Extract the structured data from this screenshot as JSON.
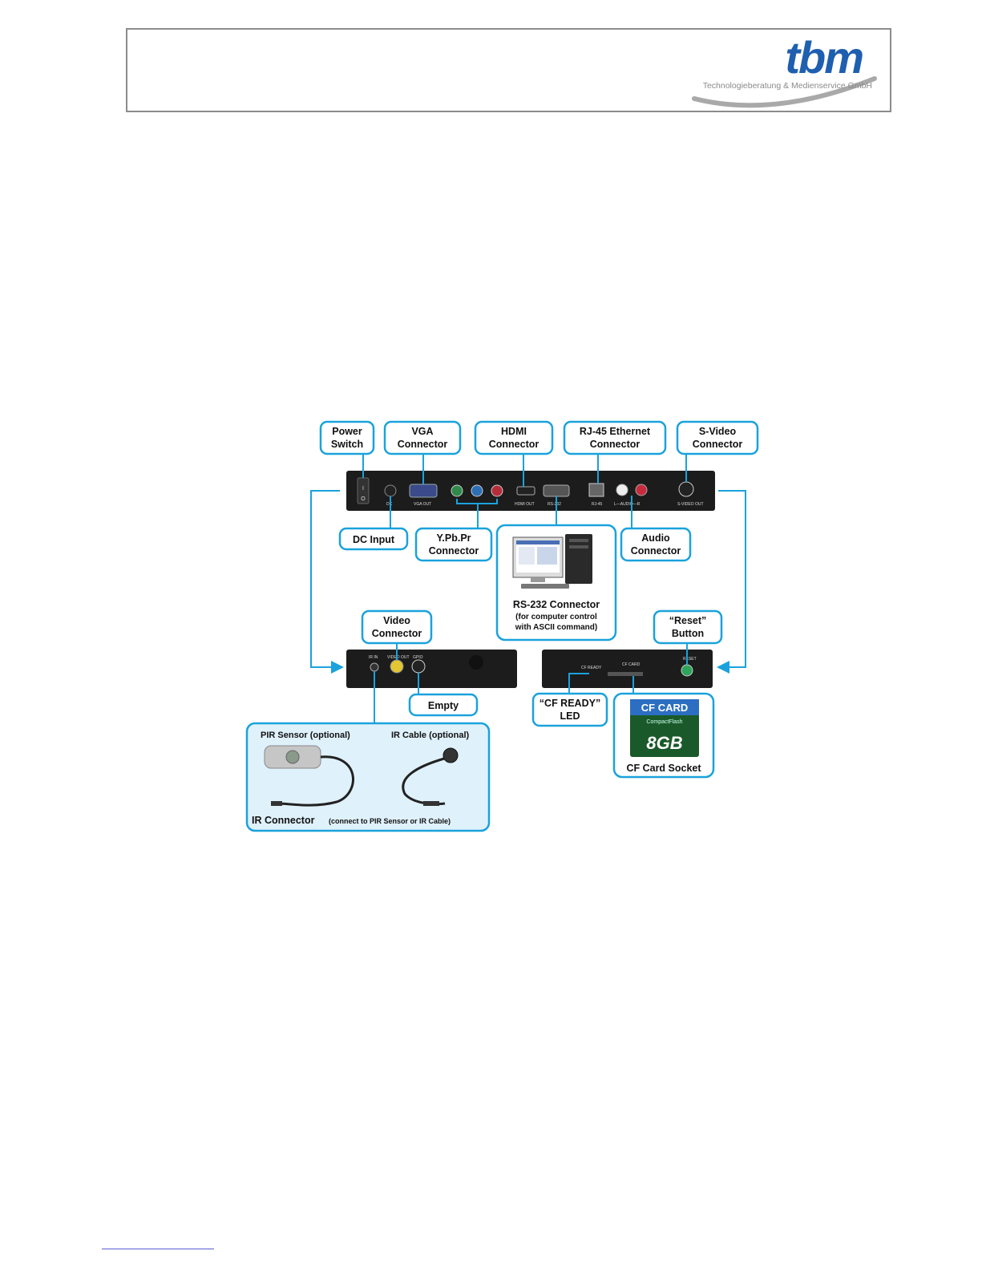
{
  "header": {
    "logo_word": "tbm",
    "logo_tagline": "Technologieberatung & Medienservice GmbH"
  },
  "callouts": {
    "power_switch": [
      "Power",
      "Switch"
    ],
    "vga": [
      "VGA",
      "Connector"
    ],
    "hdmi": [
      "HDMI",
      "Connector"
    ],
    "rj45": [
      "RJ-45 Ethernet",
      "Connector"
    ],
    "svideo": [
      "S-Video",
      "Connector"
    ],
    "dc_input": [
      "DC Input"
    ],
    "ypbpr": [
      "Y.Pb.Pr",
      "Connector"
    ],
    "audio": [
      "Audio",
      "Connector"
    ],
    "rs232": [
      "RS-232 Connector",
      "(for computer control",
      "with ASCII command)"
    ],
    "video": [
      "Video",
      "Connector"
    ],
    "reset": [
      "“Reset”",
      "Button"
    ],
    "empty": [
      "Empty"
    ],
    "cf_ready": [
      "“CF READY”",
      "LED"
    ],
    "cf_socket": [
      "CF Card Socket"
    ]
  },
  "ir_box": {
    "pir_label": "PIR Sensor (optional)",
    "ir_cable_label": "IR Cable (optional)",
    "ir_connector_title": "IR Connector",
    "ir_connector_note": "(connect to PIR Sensor or IR Cable)"
  },
  "cf_card": {
    "brand": "CF CARD",
    "type": "CompactFlash",
    "capacity": "8GB"
  },
  "panel_labels": {
    "dc": "DC",
    "vga_out": "VGA OUT",
    "hdmi_out": "HDMI OUT",
    "rs232": "RS-232",
    "rj45": "RJ-45",
    "audio": "L—AUDIO—R",
    "svideo": "S-VIDEO OUT",
    "ir_in": "IR IN",
    "video_out": "VIDEO OUT",
    "gpio": "GPIO",
    "cf_ready": "CF READY",
    "cf_card": "CF CARD",
    "reset": "RESET"
  },
  "colors": {
    "callout_border": "#1aa2dc",
    "callout_fill": "#ffffff",
    "ir_box_fill": "#dff1fb",
    "device": "#1c1c1c",
    "brand_blue": "#1f5fb0"
  }
}
